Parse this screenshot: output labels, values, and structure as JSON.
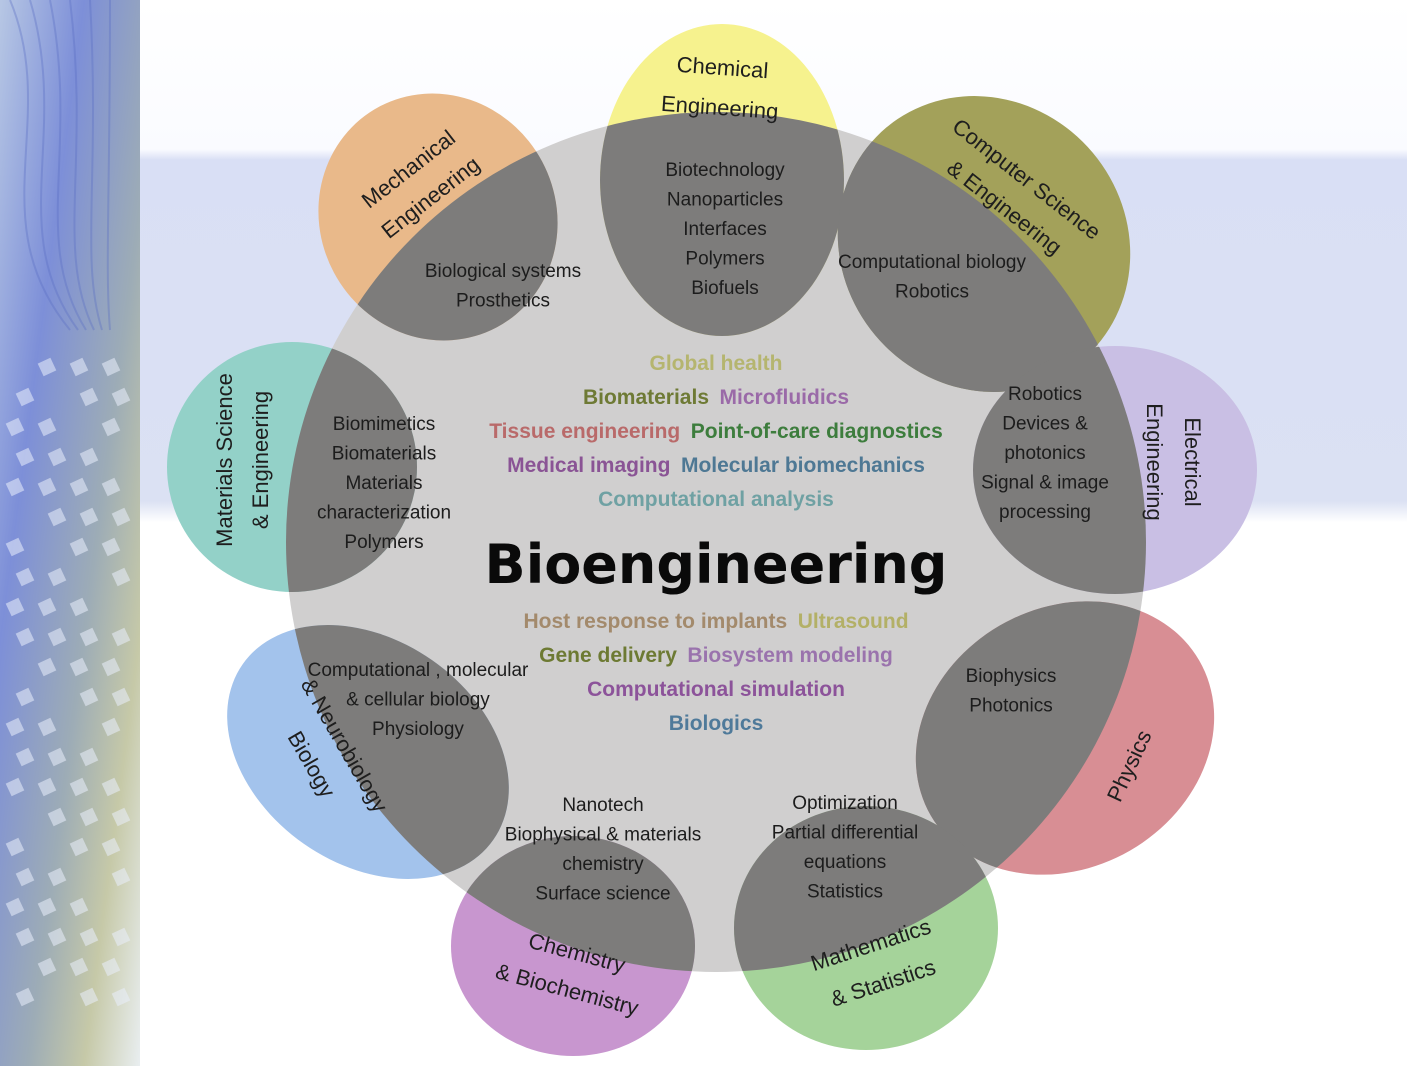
{
  "title": "Bioengineering",
  "colors": {
    "center_disc": "#d0cfcf",
    "overlap": "#7d7c7b",
    "panel_blue": "#d7def4",
    "left_strip": "#8f9ee6"
  },
  "petals": [
    {
      "id": "chemical-engineering",
      "title": [
        "Chemical",
        "Engineering"
      ],
      "color": "#f6f28e",
      "items": [
        "Biotechnology",
        "Nanoparticles",
        "Interfaces",
        "Polymers",
        "Biofuels"
      ]
    },
    {
      "id": "computer-science-engineering",
      "title": [
        "Computer Science",
        "& Engineering"
      ],
      "color": "#a3a15a",
      "items": [
        "Computational biology",
        "Robotics"
      ]
    },
    {
      "id": "electrical-engineering",
      "title": [
        "Electrical",
        "Engineering"
      ],
      "color": "#c9bfe4",
      "items": [
        "Robotics",
        "Devices &",
        "photonics",
        "Signal & image",
        "processing"
      ]
    },
    {
      "id": "physics",
      "title": [
        "Physics"
      ],
      "color": "#d88e94",
      "items": [
        "Biophysics",
        "Photonics"
      ]
    },
    {
      "id": "mathematics-statistics",
      "title": [
        "Mathematics",
        "& Statistics"
      ],
      "color": "#a5d39a",
      "items": [
        "Optimization",
        "Partial differential",
        "equations",
        "Statistics"
      ]
    },
    {
      "id": "chemistry-biochemistry",
      "title": [
        "Chemistry",
        "& Biochemistry"
      ],
      "color": "#c896cf",
      "items": [
        "Nanotech",
        "Biophysical & materials",
        "chemistry",
        "Surface science"
      ]
    },
    {
      "id": "biology-neurobiology",
      "title": [
        "Biology",
        "& Neurobiology"
      ],
      "color": "#a3c3ec",
      "items": [
        "Computational , molecular",
        "& cellular biology",
        "Physiology"
      ]
    },
    {
      "id": "materials-science-engineering",
      "title": [
        "Materials Science",
        "& Engineering"
      ],
      "color": "#93d1c8",
      "items": [
        "Biomimetics",
        "Biomaterials",
        "Materials",
        "characterization",
        "Polymers"
      ]
    },
    {
      "id": "mechanical-engineering",
      "title": [
        "Mechanical",
        "Engineering"
      ],
      "color": "#e9b98a",
      "items": [
        "Biological systems",
        "Prosthetics"
      ]
    }
  ],
  "topics_upper": [
    [
      {
        "text": "Global health",
        "color": "#b5b56f"
      }
    ],
    [
      {
        "text": "Biomaterials",
        "color": "#6e7a35"
      },
      {
        "text": "Microfluidics",
        "color": "#9a6aa8"
      }
    ],
    [
      {
        "text": "Tissue engineering",
        "color": "#b96a6a"
      },
      {
        "text": "Point-of-care diagnostics",
        "color": "#3d7d3d"
      }
    ],
    [
      {
        "text": "Medical imaging",
        "color": "#8a5495"
      },
      {
        "text": "Molecular biomechanics",
        "color": "#4e7894"
      }
    ],
    [
      {
        "text": "Computational analysis",
        "color": "#6fa1a3"
      }
    ]
  ],
  "topics_lower": [
    [
      {
        "text": "Host response to implants",
        "color": "#a38a6c"
      },
      {
        "text": "Ultrasound",
        "color": "#b3b067"
      }
    ],
    [
      {
        "text": "Gene delivery",
        "color": "#6d7a33"
      },
      {
        "text": "Biosystem modeling",
        "color": "#9a73ad"
      }
    ],
    [
      {
        "text": "Computational simulation",
        "color": "#8c539a"
      }
    ],
    [
      {
        "text": "Biologics",
        "color": "#4f7a9a"
      }
    ]
  ]
}
